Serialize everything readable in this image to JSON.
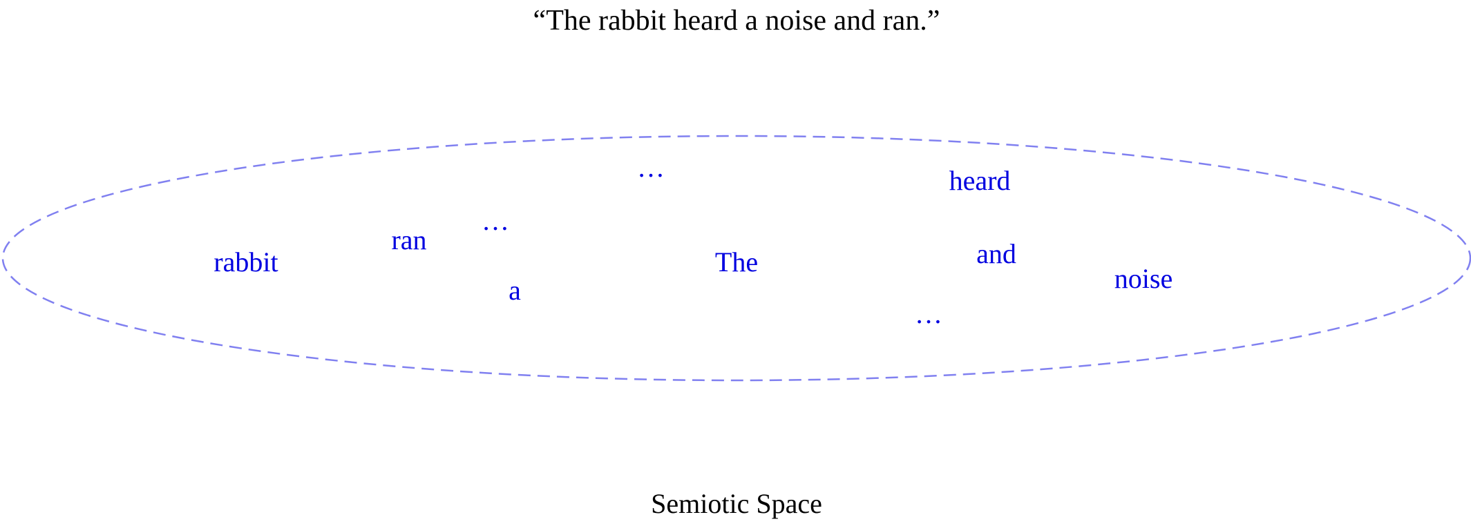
{
  "title": "“The rabbit heard a noise and ran.”",
  "space_label": "Semiotic Space",
  "colors": {
    "words": "#0000e0",
    "ellipse": "#8080f0"
  },
  "words": {
    "rabbit": "rabbit",
    "ran": "ran",
    "ellipsis1": "…",
    "ellipsis2": "…",
    "a": "a",
    "the": "The",
    "heard": "heard",
    "and": "and",
    "noise": "noise",
    "ellipsis3": "…"
  }
}
